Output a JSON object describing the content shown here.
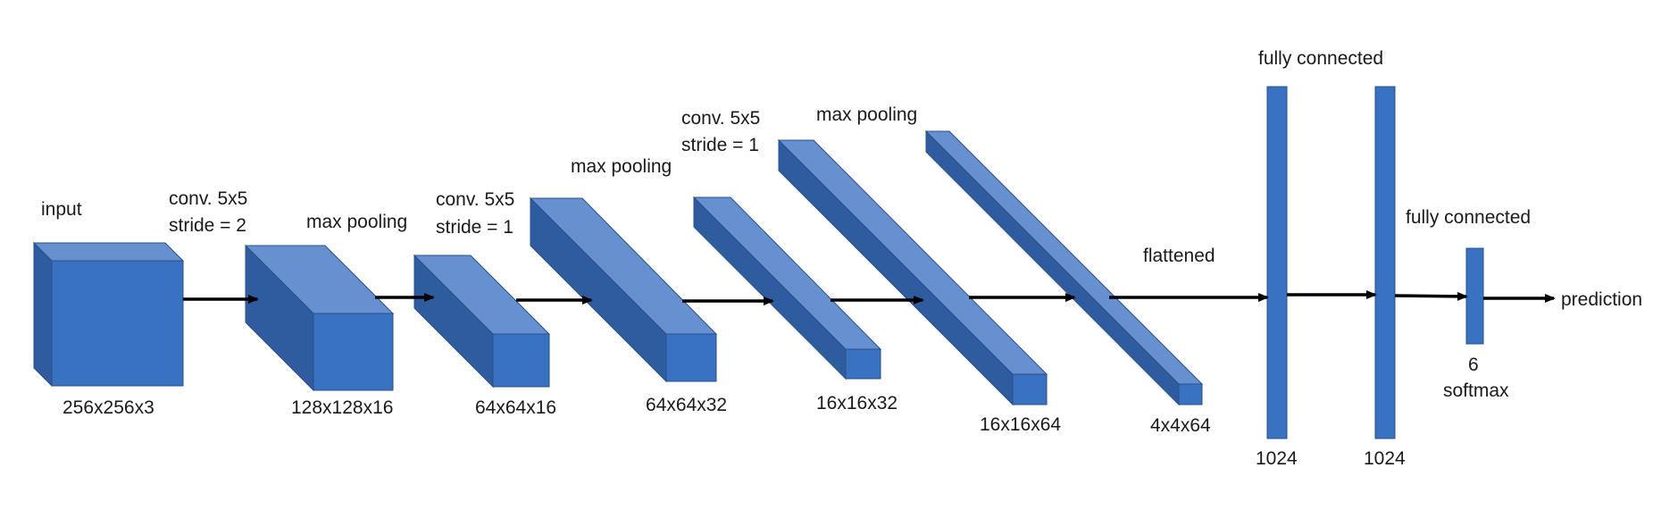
{
  "colors": {
    "front": "#3a72c2",
    "top": "#6690d0",
    "side": "#2f5c9f",
    "edge": "#2a4f88",
    "arrow": "#000000",
    "text": "#1a1a1a"
  },
  "labels": {
    "input": "input",
    "conv1_line1": "conv. 5x5",
    "conv1_line2": "stride = 2",
    "pool1": "max pooling",
    "conv2_line1": "conv. 5x5",
    "conv2_line2": "stride = 1",
    "pool2": "max pooling",
    "conv3_line1": "conv. 5x5",
    "conv3_line2": "stride = 1",
    "pool3": "max pooling",
    "flattened": "flattened",
    "fc1": "fully connected",
    "fc2": "fully connected",
    "prediction": "prediction"
  },
  "dims": {
    "d1": "256x256x3",
    "d2": "128x128x16",
    "d3": "64x64x16",
    "d4": "64x64x32",
    "d5": "16x16x32",
    "d6": "16x16x64",
    "d7": "4x4x64",
    "fc1_units": "1024",
    "fc2_units": "1024",
    "out_units": "6",
    "out_activation": "softmax"
  }
}
